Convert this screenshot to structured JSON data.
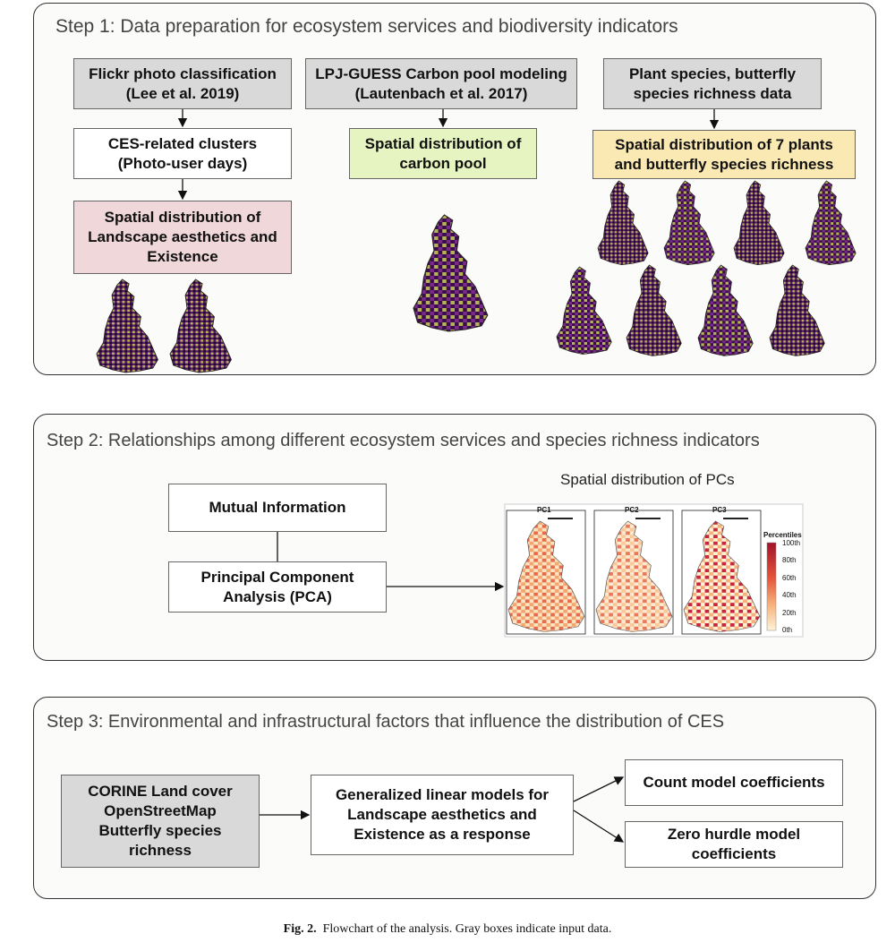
{
  "step1": {
    "title": "Step 1: Data preparation for ecosystem services and biodiversity indicators",
    "flickr_box": "Flickr photo classification\n(Lee et al. 2019)",
    "ces_box": "CES-related clusters\n(Photo-user days)",
    "landscape_box": "Spatial distribution of\nLandscape aesthetics and\nExistence",
    "lpj_box": "LPJ-GUESS Carbon pool modeling\n(Lautenbach et al. 2017)",
    "carbon_box": "Spatial distribution of\ncarbon pool",
    "plant_box": "Plant species, butterfly\nspecies richness data",
    "richness_box": "Spatial distribution of 7 plants\nand butterfly species richness"
  },
  "step2": {
    "title": "Step 2: Relationships among different ecosystem services and species richness indicators",
    "mutual_box": "Mutual Information",
    "pca_box": "Principal Component\nAnalysis (PCA)",
    "pcs_title": "Spatial distribution of PCs",
    "pc_labels": [
      "PC1",
      "PC2",
      "PC3"
    ],
    "legend_title": "Percentiles",
    "legend_ticks": [
      "100th",
      "80th",
      "60th",
      "40th",
      "20th",
      "0th"
    ]
  },
  "step3": {
    "title": "Step 3: Environmental and infrastructural factors that influence the distribution of CES",
    "input_box": "CORINE Land cover\nOpenStreetMap\nButterfly species\nrichness",
    "glm_box": "Generalized linear models for\nLandscape aesthetics and\nExistence as a response",
    "count_box": "Count model coefficients",
    "zero_box": "Zero hurdle model\ncoefficients"
  },
  "caption": {
    "label": "Fig. 2.",
    "text": "Flowchart of the analysis. Gray boxes indicate input data."
  },
  "colors": {
    "map_purple": "#5a1a6b",
    "map_dark": "#1d0a2a",
    "map_olive": "#b8b15a",
    "pc_dark": "#a3122a",
    "pc_light": "#fdf3d7"
  }
}
